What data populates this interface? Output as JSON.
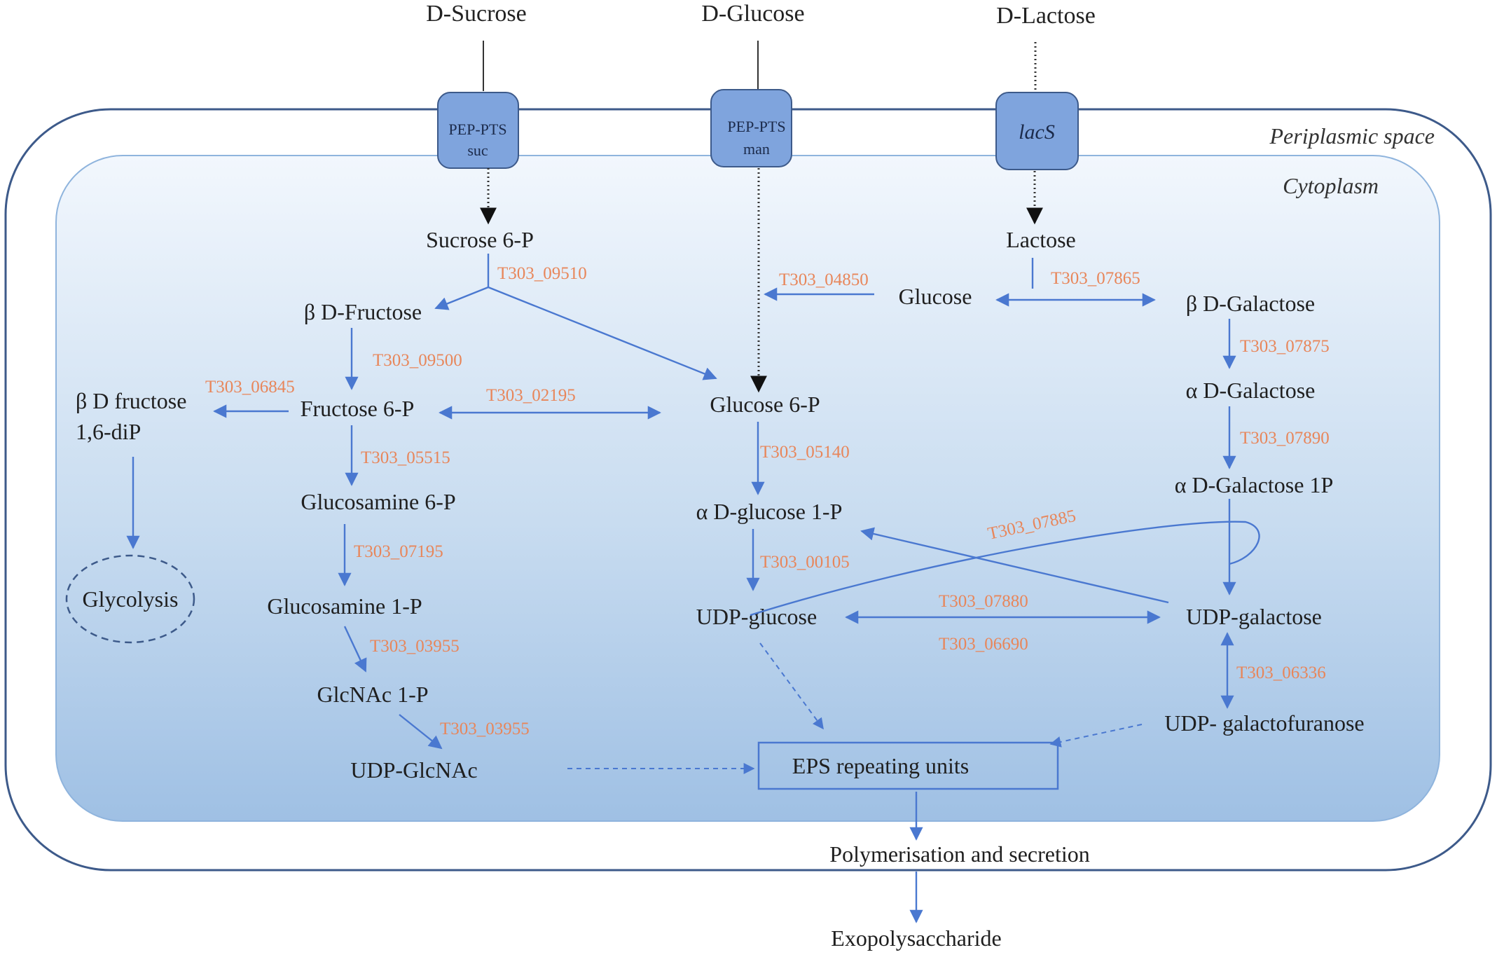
{
  "extracellular": {
    "sucrose": "D-Sucrose",
    "glucose": "D-Glucose",
    "lactose": "D-Lactose"
  },
  "compartments": {
    "periplasm": "Periplasmic space",
    "cytoplasm": "Cytoplasm"
  },
  "transporters": {
    "pts_suc_line1": "PEP-PTS",
    "pts_suc_line2": "suc",
    "pts_man_line1": "PEP-PTS",
    "pts_man_line2": "man",
    "lacs": "lacS"
  },
  "metabolites": {
    "sucrose6p": "Sucrose 6-P",
    "b_fructose": "β D-Fructose",
    "fructose6p": "Fructose 6-P",
    "bd_fructose_line1": "β D fructose",
    "bd_fructose_line2": "1,6-diP",
    "glycolysis": "Glycolysis",
    "glucosamine6p": "Glucosamine  6-P",
    "glucosamine1p": "Glucosamine  1-P",
    "glcnac1p": "GlcNAc  1-P",
    "udp_glcnac": "UDP-GlcNAc",
    "glucose6p": "Glucose 6-P",
    "a_glucose1p": "α D-glucose  1-P",
    "udp_glucose": "UDP-glucose",
    "eps_units": "EPS repeating units",
    "lactose": "Lactose",
    "glucose": "Glucose",
    "b_galactose": "β D-Galactose",
    "a_galactose": "α D-Galactose",
    "a_galactose1p": "α D-Galactose  1P",
    "udp_galactose": "UDP-galactose",
    "udp_galactofuranose": "UDP-  galactofuranose",
    "polymerisation": "Polymerisation and secretion",
    "exopolysaccharide": "Exopolysaccharide"
  },
  "genes": {
    "g09510": "T303_09510",
    "g09500": "T303_09500",
    "g06845": "T303_06845",
    "g02195": "T303_02195",
    "g05515": "T303_05515",
    "g07195": "T303_07195",
    "g03955a": "T303_03955",
    "g03955b": "T303_03955",
    "g04850": "T303_04850",
    "g07865": "T303_07865",
    "g07875": "T303_07875",
    "g07890": "T303_07890",
    "g05140": "T303_05140",
    "g00105": "T303_00105",
    "g07885": "T303_07885",
    "g07880": "T303_07880",
    "g06690": "T303_06690",
    "g06336": "T303_06336"
  },
  "colors": {
    "arrow": "#4a78d0",
    "gene_label": "#e8865a",
    "transporter_fill": "#7fa4dd",
    "cytoplasm_top": "#eaf3fb",
    "cytoplasm_bottom": "#a9c7e6"
  }
}
